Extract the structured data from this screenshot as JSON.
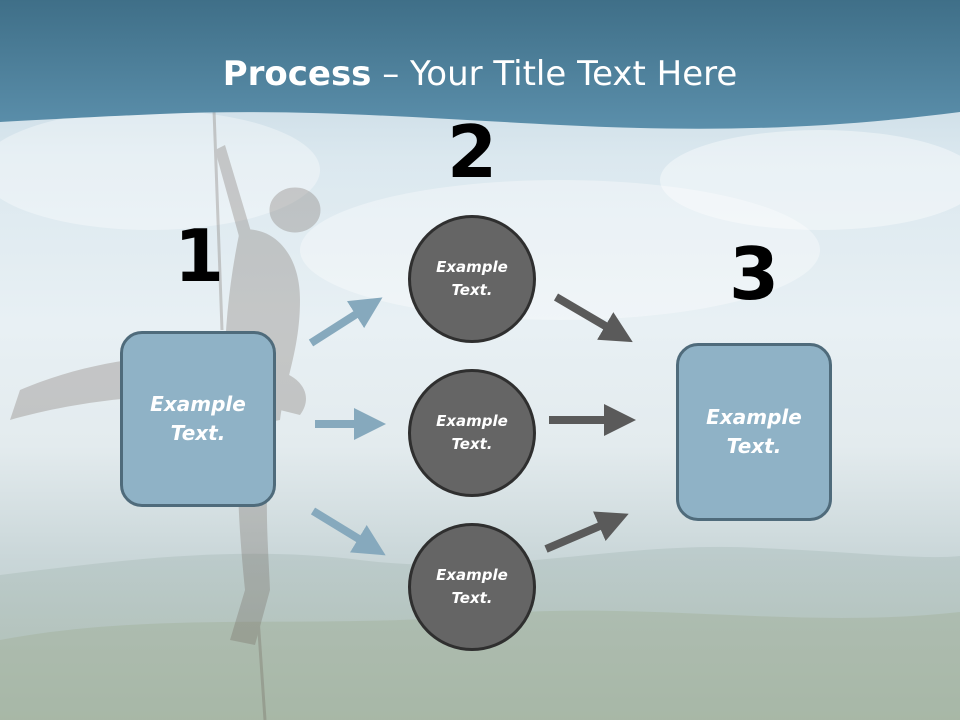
{
  "title": {
    "bold": "Process",
    "rest": " – Your Title Text Here"
  },
  "steps": {
    "one": {
      "number": "1"
    },
    "two": {
      "number": "2"
    },
    "three": {
      "number": "3"
    }
  },
  "nodes": {
    "left_box": "Example Text.",
    "circle_top": "Example Text.",
    "circle_middle": "Example Text.",
    "circle_bottom": "Example Text.",
    "right_box": "Example Text."
  },
  "colors": {
    "header": "#4f86a2",
    "box_fill": "#8fb2c6",
    "box_border": "#4f6b7b",
    "circle_fill": "#656565",
    "arrow_light": "#86a9bd",
    "arrow_dark": "#5a5a5a"
  }
}
